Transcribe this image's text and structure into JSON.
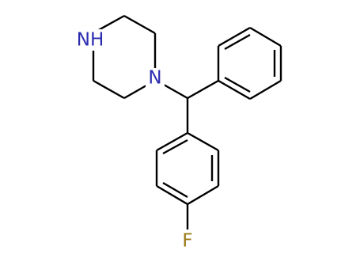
{
  "molecule": {
    "atoms": {
      "nh": {
        "label": "NH",
        "element": "N",
        "color": "#2b2bb0"
      },
      "n": {
        "label": "N",
        "element": "N",
        "color": "#2b2bb0"
      },
      "f": {
        "label": "F",
        "element": "F",
        "color": "#9a7a14"
      }
    },
    "bond_color": "#000000",
    "background": "#ffffff"
  }
}
